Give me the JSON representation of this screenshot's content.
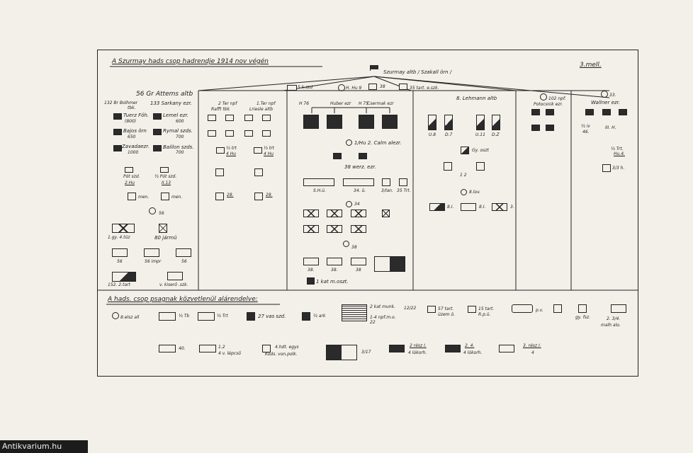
{
  "header": {
    "title": "A Szurmay hads csop hadrendje 1914 nov végén",
    "page_ref": "3.mell.",
    "hq": "Szurmay altb / Szakall örn /"
  },
  "top_units": {
    "k_szd": "5 k.szd",
    "hu9": "H. Hu 9",
    "u38": "38",
    "tart_sze": "35 tart. e.szk."
  },
  "col1": {
    "cmd": "56 Gr Attems altb",
    "bde1": "132 Br Bolhmer",
    "bde1_sub": "tbk.",
    "bde2": "133 Sarkany ezr.",
    "r1a": "Tuerz Föh.",
    "r1a_n": "(800)",
    "r1b": "Lemel ezr.",
    "r1b_n": "600",
    "r2a": "Bajos örn",
    "r2a_n": "650",
    "r2b": "Rymal szds.",
    "r2b_n": "700",
    "r3a": "Zavadaezr.",
    "r3a_n": "1000",
    "r3b": "Baillon szds.",
    "r3b_n": "700",
    "pal1": "Pót szd.",
    "pal1b": "2.Hu",
    "pal2": "½ Pót szd.",
    "pal2b": "II.13",
    "men1": "men.",
    "men2": "men.",
    "f56": "56",
    "gy": "1.gy. 4.tüz",
    "jarmu": "80 jármü",
    "s56a": "56",
    "s56b": "56 impr",
    "s56c": "56",
    "tart": "152. 2.tart",
    "kis": "v. kiserő .szk."
  },
  "col2": {
    "a": "2 Ter npf",
    "a_sub": "Rafft tbk",
    "b": "1.Ter npf",
    "b_sub": "Lriesle altb",
    "c1": "½ trt",
    "c1b": "4 Hu",
    "c2": "½ trt",
    "c2b": "4 Hu",
    "d1": "28.",
    "d2": "28."
  },
  "col3": {
    "h1": "H 76",
    "h1b": "Huber ezr",
    "h2": "H 75",
    "h2b": "Csermak ezr",
    "calm": "1/Hu 2. Calm alezr.",
    "werz": "38 werz. ezr.",
    "sha": "S.H.ü.",
    "ha": "34. ü.",
    "lan": "3/lan.",
    "tr": "35 Trt.",
    "b34": "34",
    "b38": "38",
    "k38a": "38.",
    "k38b": "38.",
    "k38c": "38",
    "kat": "1 kat m.oszt."
  },
  "col4": {
    "cmd": "8. Lehmann altb",
    "a": "U.8",
    "b": "D.7",
    "c": "U.11",
    "d": "D.Z",
    "gy": "Gy. oszt",
    "lov": "8.lov.",
    "f": "1 2",
    "g1": "8.I.",
    "g2": "8.I.",
    "g3": "3."
  },
  "col5": {
    "cmd": "102 npf.",
    "cmd_sub": "Potocsnik ezr."
  },
  "col6": {
    "cmd": "33.",
    "cmd_sub": "Wallner ezr.",
    "a": "½ iv",
    "b": "46.",
    "c": "III. H.",
    "d": "½ Trt.",
    "e": "Hu.4.",
    "f": "3/3 h."
  },
  "subtitle": "A hads. csop psagnak közvetlenül alárendelve:",
  "bottom": {
    "belsz": "8.elsz all",
    "tb": "½ Tb",
    "trt": "½ Trt",
    "vas": "27 vas szd.",
    "ark": "½ ark",
    "kat": "2 kat munk.",
    "kat2": "1-4 npf.m.o.",
    "kat3": "22",
    "frac": "12/22",
    "st1": "57 tart.",
    "st1b": "üzem ö.",
    "st2": "15 tart.",
    "st2b": "R.p.ü.",
    "pv": "p.v.",
    "gy": "gy. fsz.",
    "malh": "2. 3/4.",
    "malh2": "malh alo.",
    "a40": "40.",
    "lep": "1.2",
    "lep2": "4 v. lépcső",
    "hadt": "4.hdt. egys",
    "hadt2": "Kods. von.polk.",
    "x17": "3/17",
    "res1": "2 rész I.",
    "res1b": "4 lókorh.",
    "res2": "2. 4.",
    "res2b": "4 lókorh.",
    "res3": "3. rész I.",
    "res3b": "4"
  },
  "watermark": "Antikvarium.hu"
}
